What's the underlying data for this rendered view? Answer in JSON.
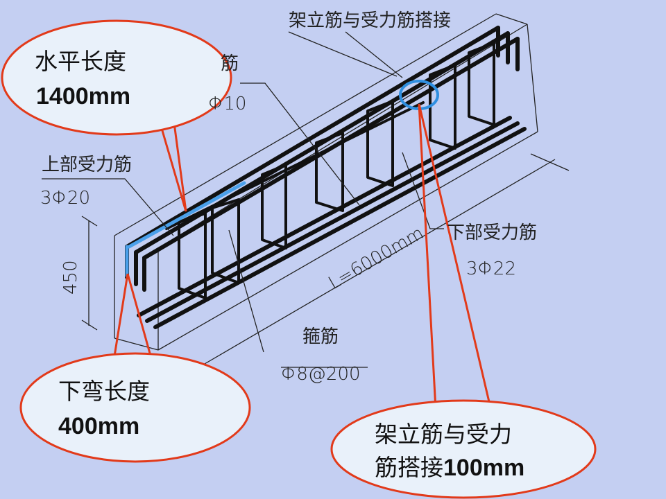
{
  "callouts": {
    "horizontal": {
      "line1": "水平长度",
      "line2": "1400mm"
    },
    "bend": {
      "line1": "下弯长度",
      "line2": "400mm"
    },
    "lap": {
      "line1": "架立筋与受力",
      "line2": "筋搭接",
      "line2_value": "100mm"
    }
  },
  "labels": {
    "top_lap": "架立筋与受力筋搭接",
    "erect_bar_partial": "筋",
    "erect_bar_spec_partial": "Φ10",
    "top_bar": "上部受力筋",
    "top_bar_spec": "3Φ20",
    "height": "450",
    "length": "L=6000mm",
    "bottom_bar": "下部受力筋",
    "bottom_bar_spec": "3Φ22",
    "stirrup": "箍筋",
    "stirrup_spec": "Φ8@200"
  },
  "colors": {
    "background": "#c4cff2",
    "callout_fill": "#e9f1fa",
    "callout_border": "#e23a1a",
    "highlight_bar": "#4aa0ea",
    "highlight_circle": "#2f8fe0"
  }
}
